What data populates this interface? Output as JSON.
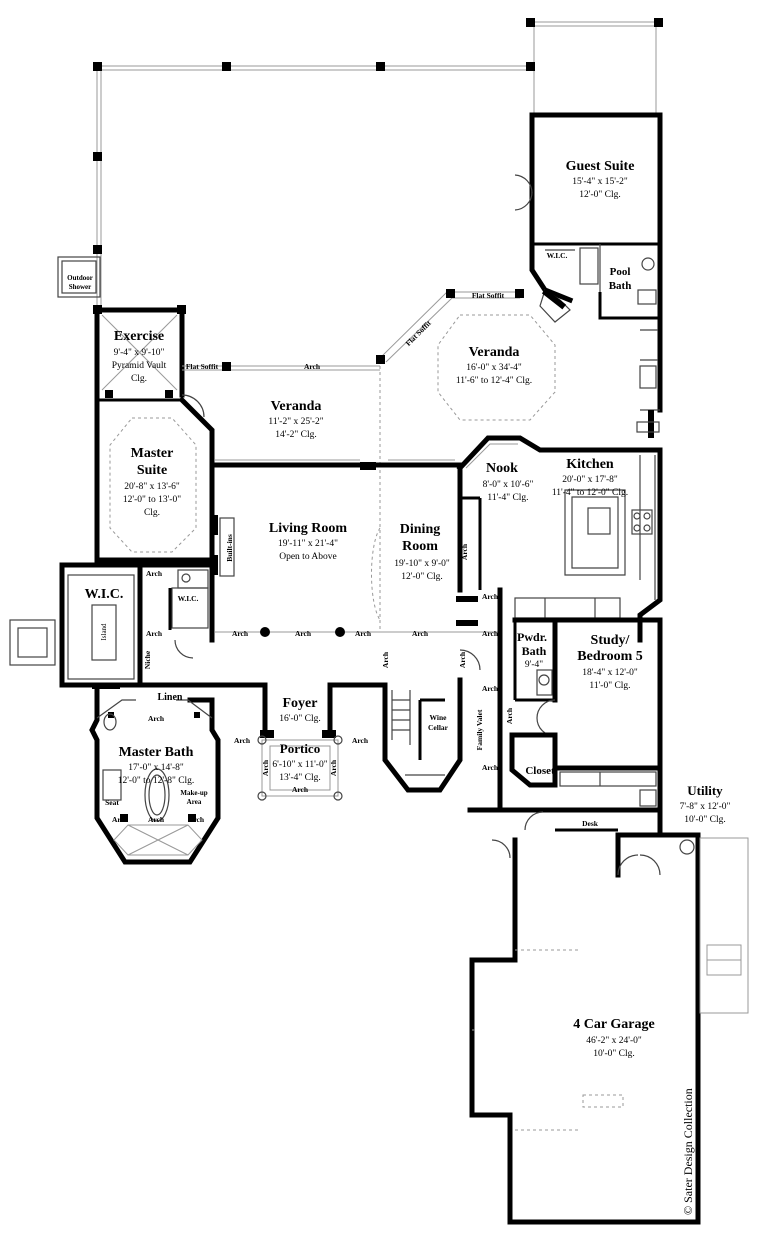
{
  "rooms": {
    "guest_suite": {
      "name": "Guest Suite",
      "size": "15'-4\" x 15'-2\"",
      "clg": "12'-0\" Clg."
    },
    "pool_bath": {
      "name1": "Pool",
      "name2": "Bath"
    },
    "veranda_right": {
      "name": "Veranda",
      "size": "16'-0\" x 34'-4\"",
      "clg": "11'-6\" to 12'-4\" Clg."
    },
    "exercise": {
      "name": "Exercise",
      "size": "9'-4\" x 9'-10\"",
      "clg1": "Pyramid Vault",
      "clg2": "Clg."
    },
    "veranda_left": {
      "name": "Veranda",
      "size": "11'-2\" x 25'-2\"",
      "clg": "14'-2\" Clg."
    },
    "master_suite": {
      "name1": "Master",
      "name2": "Suite",
      "size": "20'-8\" x 13'-6\"",
      "clg1": "12'-0\" to 13'-0\"",
      "clg2": "Clg."
    },
    "living_room": {
      "name": "Living Room",
      "size": "19'-11\" x 21'-4\"",
      "clg": "Open to Above"
    },
    "dining_room": {
      "name1": "Dining",
      "name2": "Room",
      "size": "19'-10\" x 9'-0\"",
      "clg": "12'-0\" Clg."
    },
    "nook": {
      "name": "Nook",
      "size": "8'-0\" x 10'-6\"",
      "clg": "11'-4\" Clg."
    },
    "kitchen": {
      "name": "Kitchen",
      "size": "20'-0\" x 17'-8\"",
      "clg": "11'-4\" to 12'-0\" Clg."
    },
    "wic_main": {
      "name": "W.I.C.",
      "island": "Island"
    },
    "study": {
      "name1": "Study/",
      "name2": "Bedroom 5",
      "size": "18'-4\" x 12'-0\"",
      "clg": "11'-0\" Clg."
    },
    "pwdr_bath": {
      "name1": "Pwdr.",
      "name2": "Bath",
      "size": "9'-4\""
    },
    "foyer": {
      "name": "Foyer",
      "clg": "16'-0\" Clg."
    },
    "portico": {
      "name": "Portico",
      "size": "6'-10\" x 11'-0\"",
      "clg": "13'-4\" Clg."
    },
    "master_bath": {
      "name": "Master Bath",
      "size": "17'-0\" x 14'-8\"",
      "clg": "12'-0\" to 12'-8\" Clg."
    },
    "utility": {
      "name": "Utility",
      "size": "7'-8\" x 12'-0\"",
      "clg": "10'-0\" Clg."
    },
    "garage": {
      "name": "4 Car Garage",
      "size": "46'-2\" x 24'-0\"",
      "clg": "10'-0\" Clg."
    }
  },
  "labels": {
    "outdoor_shower1": "Outdoor",
    "outdoor_shower2": "Shower",
    "flat_soffit": "Flat Soffit",
    "arch": "Arch",
    "wic": "W.I.C.",
    "built_ins": "Built-ins",
    "niche": "Niche",
    "linen": "Linen",
    "wine_cellar1": "Wine",
    "wine_cellar2": "Cellar",
    "family_valet": "Family Valet",
    "closet": "Closet",
    "desk": "Desk",
    "seat": "Seat",
    "makeup1": "Make-up",
    "makeup2": "Area"
  },
  "copyright": "© Sater Design Collection"
}
